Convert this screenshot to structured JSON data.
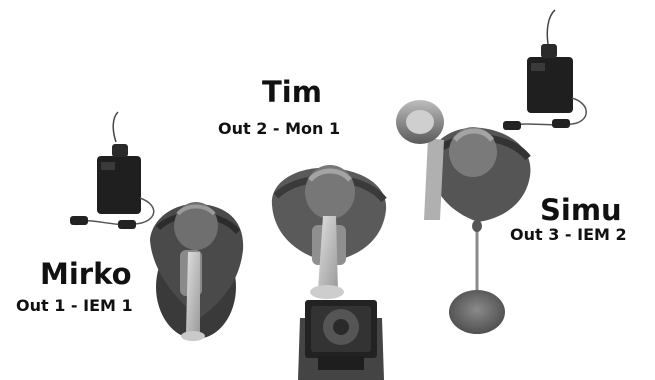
{
  "performers": [
    {
      "name": "Mirko",
      "routing": "Out 1 - IEM 1",
      "instrument": "trumpet",
      "monitor": "iem-bodypack"
    },
    {
      "name": "Tim",
      "routing": "Out 2 - Mon 1",
      "instrument": "trumpet",
      "monitor": "floor-wedge"
    },
    {
      "name": "Simu",
      "routing": "Out 3 - IEM 2",
      "instrument": "trombone",
      "monitor": "iem-bodypack"
    }
  ],
  "colors": {
    "ink": "#111111",
    "figure": "#555555",
    "figureDark": "#2f2f2f",
    "device": "#1f1f1f"
  }
}
